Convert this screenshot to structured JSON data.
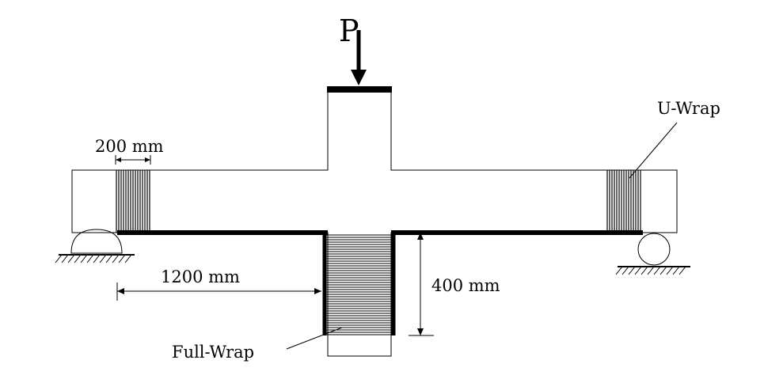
{
  "load_label": "P",
  "labels": {
    "u_wrap": "U-Wrap",
    "width_200": "200 mm",
    "dist_1200": "1200 mm",
    "height_400": "400 mm",
    "full_wrap": "Full-Wrap"
  },
  "colors": {
    "line": "#000000",
    "background": "#ffffff"
  }
}
